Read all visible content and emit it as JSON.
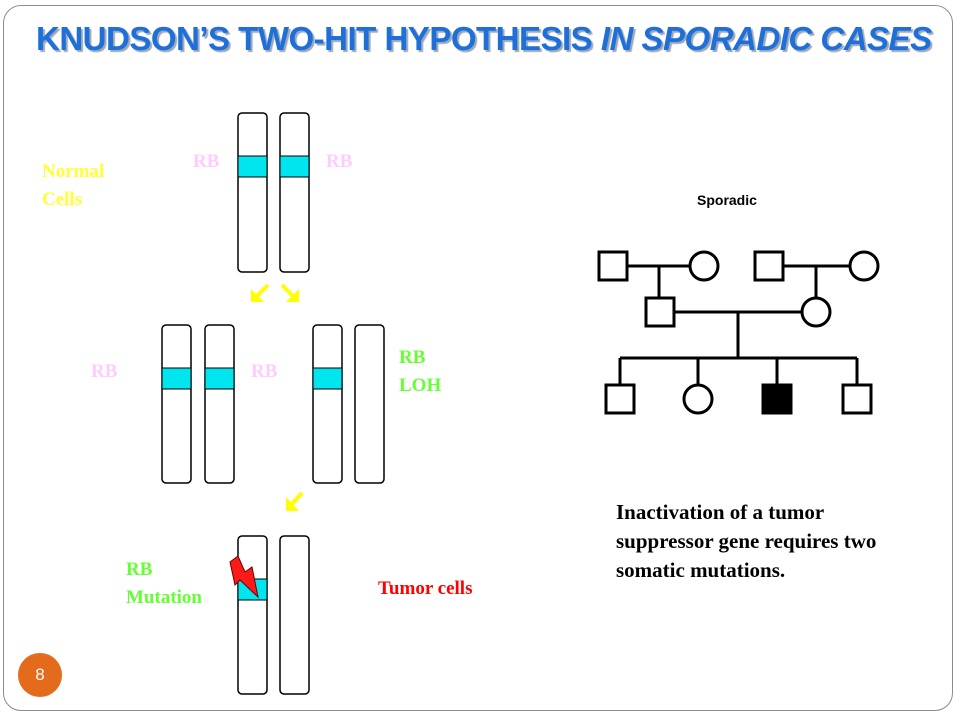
{
  "slide": {
    "title_part1": "KNUDSON’S TWO-HIT HYPOTHESIS ",
    "title_part2": "IN SPORADIC CASES",
    "slide_number": "8"
  },
  "labels": {
    "normal_cells_line1": "Normal",
    "normal_cells_line2": "Cells",
    "rb": "RB",
    "loh": "LOH",
    "mutation": "Mutation",
    "tumor_cells": "Tumor cells"
  },
  "pedigree": {
    "title": "Sporadic"
  },
  "caption": {
    "line1": "Inactivation of a tumor",
    "line2": "suppressor gene requires two",
    "line3": "somatic mutations."
  },
  "colors": {
    "title": "#1e6fd9",
    "normal_cells_label": "#ffff33",
    "rb_label": "#ffccff",
    "loh_mutation_label": "#66ff33",
    "tumor_label": "#ff0000",
    "rb_band": "#00e5ee",
    "arrow": "#ffff00",
    "lightning": "#ff1a1a",
    "slide_number_badge": "#e46a1c"
  }
}
